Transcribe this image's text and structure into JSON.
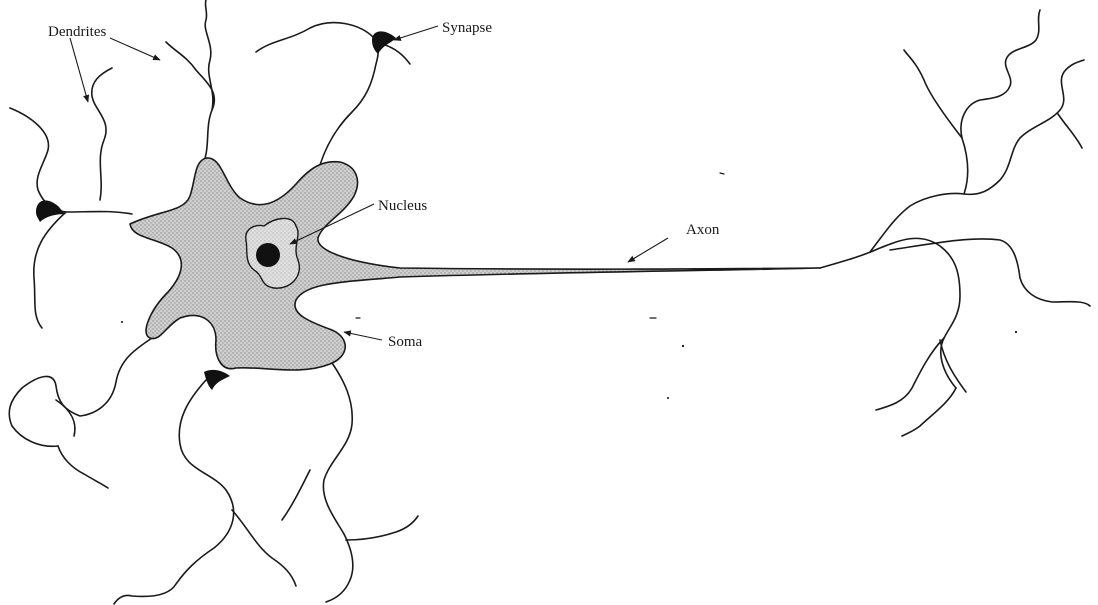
{
  "labels": {
    "dendrites": "Dendrites",
    "synapse": "Synapse",
    "nucleus": "Nucleus",
    "axon": "Axon",
    "soma": "Soma"
  }
}
